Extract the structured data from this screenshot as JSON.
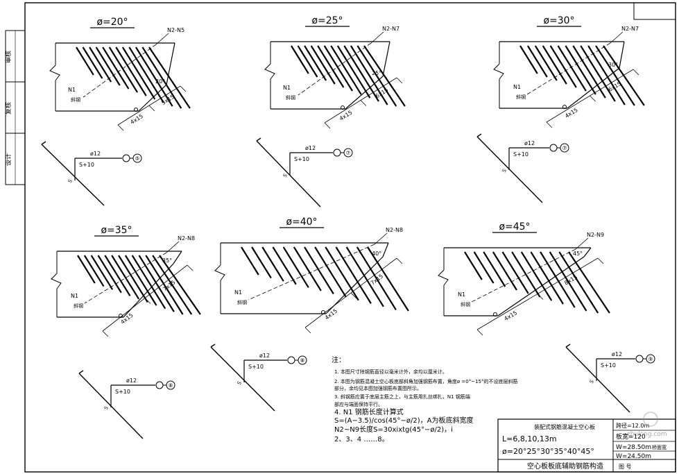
{
  "side_labels": [
    "审核",
    "复核",
    "设计"
  ],
  "panels": [
    {
      "angle": "ø=20°",
      "tag": "N2-N5",
      "bar_label": "N1",
      "bar2_label": "斜钢",
      "angle_mark": "20°",
      "dim_left": "4x15",
      "dim_right": "5x15",
      "hook": {
        "dia": "ø12",
        "len": "S+10",
        "s": "S",
        "num": "⑤"
      }
    },
    {
      "angle": "ø=25°",
      "tag": "N2-N7",
      "bar_label": "N1",
      "bar2_label": "斜钢",
      "angle_mark": "25°",
      "dim_left": "4x15",
      "dim_right": "6x15",
      "hook": {
        "dia": "ø12",
        "len": "S+10",
        "s": "S",
        "num": "⑦"
      }
    },
    {
      "angle": "ø=30°",
      "tag": "N2-N7",
      "bar_label": "N1",
      "bar2_label": "斜钢",
      "angle_mark": "30°",
      "dim_left": "4x15",
      "dim_right": "6x15",
      "hook": {
        "dia": "ø12",
        "len": "S+10",
        "s": "S",
        "num": "⑦"
      }
    },
    {
      "angle": "ø=35°",
      "tag": "N2-N8",
      "bar_label": "N1",
      "bar2_label": "斜钢",
      "angle_mark": "35°",
      "dim_left": "4x15",
      "dim_right": "7x15",
      "hook": {
        "dia": "ø12",
        "len": "S+10",
        "s": "S",
        "num": "⑧"
      }
    },
    {
      "angle": "ø=40°",
      "tag": "N2-N8",
      "bar_label": "N1",
      "bar2_label": "斜钢",
      "angle_mark": "40°",
      "dim_left": "4x15",
      "dim_right": "7x15",
      "hook": {
        "dia": "ø12",
        "len": "S+10",
        "s": "S",
        "num": "⑧"
      }
    },
    {
      "angle": "ø=45°",
      "tag": "N2-N9",
      "bar_label": "N1",
      "bar2_label": "斜钢",
      "angle_mark": "45°",
      "dim_left": "4x15",
      "dim_right": "8x15",
      "hook": {
        "dia": "ø12",
        "len": "S+10",
        "s": "S",
        "num": "⑨"
      }
    }
  ],
  "notes": {
    "heading": "注：",
    "lines": [
      "1. 本图尺寸除钢筋直径以毫米计外，余均以厘米计。",
      "2. 本图为钢筋混凝土空心板底部斜角加强钢筋布置，角度ø         =0°~15°的不设底层斜筋",
      "    部分，余均见本图加强钢筋布置图所示。",
      "3. 斜钢筋应置于底层主筋之上，与主筋用扎丝绑扎，N1 钢筋端",
      "    部应与端面保持平行。",
      "4. N1 钢筋长度计算式",
      "    S=(A−3.5)/cos(45°−ø/2)，A为板底斜宽度",
      "    N2~N9长度S=30xixtg(45°−ø/2)，i",
      "    2、3、4 ……8。"
    ]
  },
  "title_block": {
    "top_label": "装配式钢筋混凝土空心板",
    "span": "L=6,8,10,13m",
    "angles": "ø=20°25°30°35°40°45°",
    "title": "空心板板底辅助钢筋构造",
    "right_top": "跨径=12.0m",
    "right_top2": "板宽=120",
    "right_mid": "W=28.50m",
    "right_mid_note": "桥面宽",
    "right_low": "W=24.50m",
    "drawing_no_label": "图 号"
  },
  "watermark": "zhulong.com"
}
